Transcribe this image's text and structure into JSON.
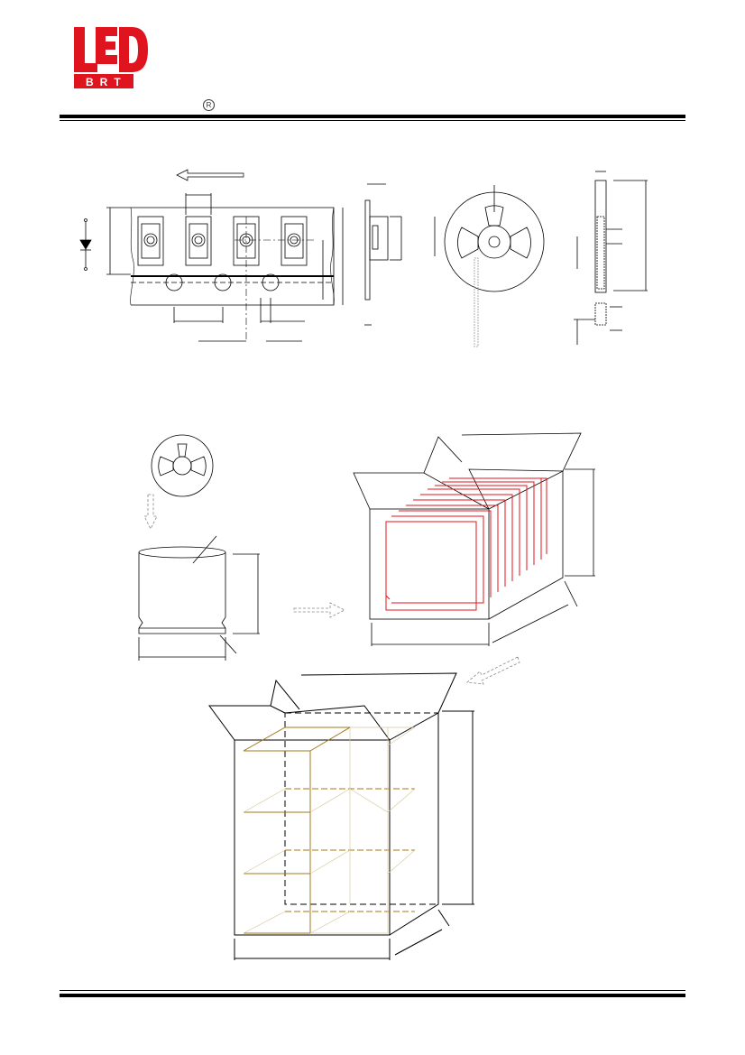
{
  "brand": {
    "logo_text": "LED",
    "logo_subtext": "BRT",
    "registered_mark": "R",
    "logo_color": "#e0141e"
  },
  "figures": {
    "tape_diagram": {
      "icon": "carrier-tape-diagram"
    },
    "reel_diagram": {
      "icon": "reel-diagram"
    },
    "bag_diagram": {
      "icon": "moisture-bag-diagram"
    },
    "inner_box_diagram": {
      "icon": "inner-carton-diagram"
    },
    "outer_box_diagram": {
      "icon": "outer-carton-diagram"
    }
  },
  "colors": {
    "line": "#000000",
    "reel_in_box": "#e0141e",
    "box_shelf": "#a07a1a"
  }
}
